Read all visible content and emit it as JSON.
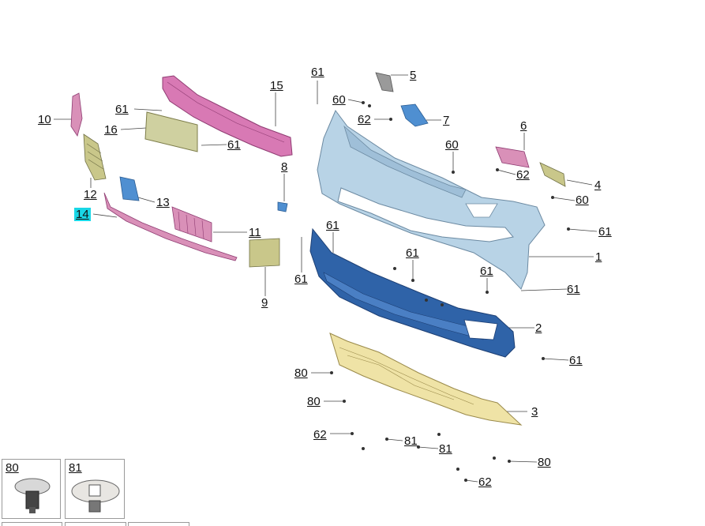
{
  "callouts": [
    {
      "id": "c10",
      "label": "10"
    },
    {
      "id": "c61a",
      "label": "61"
    },
    {
      "id": "c16",
      "label": "16"
    },
    {
      "id": "c15",
      "label": "15"
    },
    {
      "id": "c61b",
      "label": "61"
    },
    {
      "id": "c8",
      "label": "8"
    },
    {
      "id": "c12",
      "label": "12"
    },
    {
      "id": "c13",
      "label": "13"
    },
    {
      "id": "c14",
      "label": "14"
    },
    {
      "id": "c11",
      "label": "11"
    },
    {
      "id": "c9",
      "label": "9"
    },
    {
      "id": "c61c",
      "label": "61"
    },
    {
      "id": "c5",
      "label": "5"
    },
    {
      "id": "c60a",
      "label": "60"
    },
    {
      "id": "c62a",
      "label": "62"
    },
    {
      "id": "c7",
      "label": "7"
    },
    {
      "id": "c6",
      "label": "6"
    },
    {
      "id": "c60b",
      "label": "60"
    },
    {
      "id": "c62b",
      "label": "62"
    },
    {
      "id": "c4",
      "label": "4"
    },
    {
      "id": "c60c",
      "label": "60"
    },
    {
      "id": "c61d",
      "label": "61"
    },
    {
      "id": "c1",
      "label": "1"
    },
    {
      "id": "c61e",
      "label": "61"
    },
    {
      "id": "c61f",
      "label": "61"
    },
    {
      "id": "c61g",
      "label": "61"
    },
    {
      "id": "c61h",
      "label": "61"
    },
    {
      "id": "c61i",
      "label": "61"
    },
    {
      "id": "c2",
      "label": "2"
    },
    {
      "id": "c61j",
      "label": "61"
    },
    {
      "id": "c80a",
      "label": "80"
    },
    {
      "id": "c80b",
      "label": "80"
    },
    {
      "id": "c3",
      "label": "3"
    },
    {
      "id": "c62c",
      "label": "62"
    },
    {
      "id": "c81a",
      "label": "81"
    },
    {
      "id": "c81b",
      "label": "81"
    },
    {
      "id": "c80c",
      "label": "80"
    },
    {
      "id": "c62d",
      "label": "62"
    }
  ],
  "thumbnails": [
    {
      "id": "t80",
      "label": "80"
    },
    {
      "id": "t81",
      "label": "81"
    }
  ],
  "highlighted_part": "14",
  "colors": {
    "bumper_cover": "#b8d3e6",
    "lower_bumper": "#2f63a8",
    "skid_plate": "#efe3a6",
    "reinforcement": "#d879b4",
    "highlight": "#19d7e6",
    "bracket_green": "#c9c78a",
    "bracket_blue": "#4f8fd1",
    "bracket_pink": "#d990b8"
  }
}
